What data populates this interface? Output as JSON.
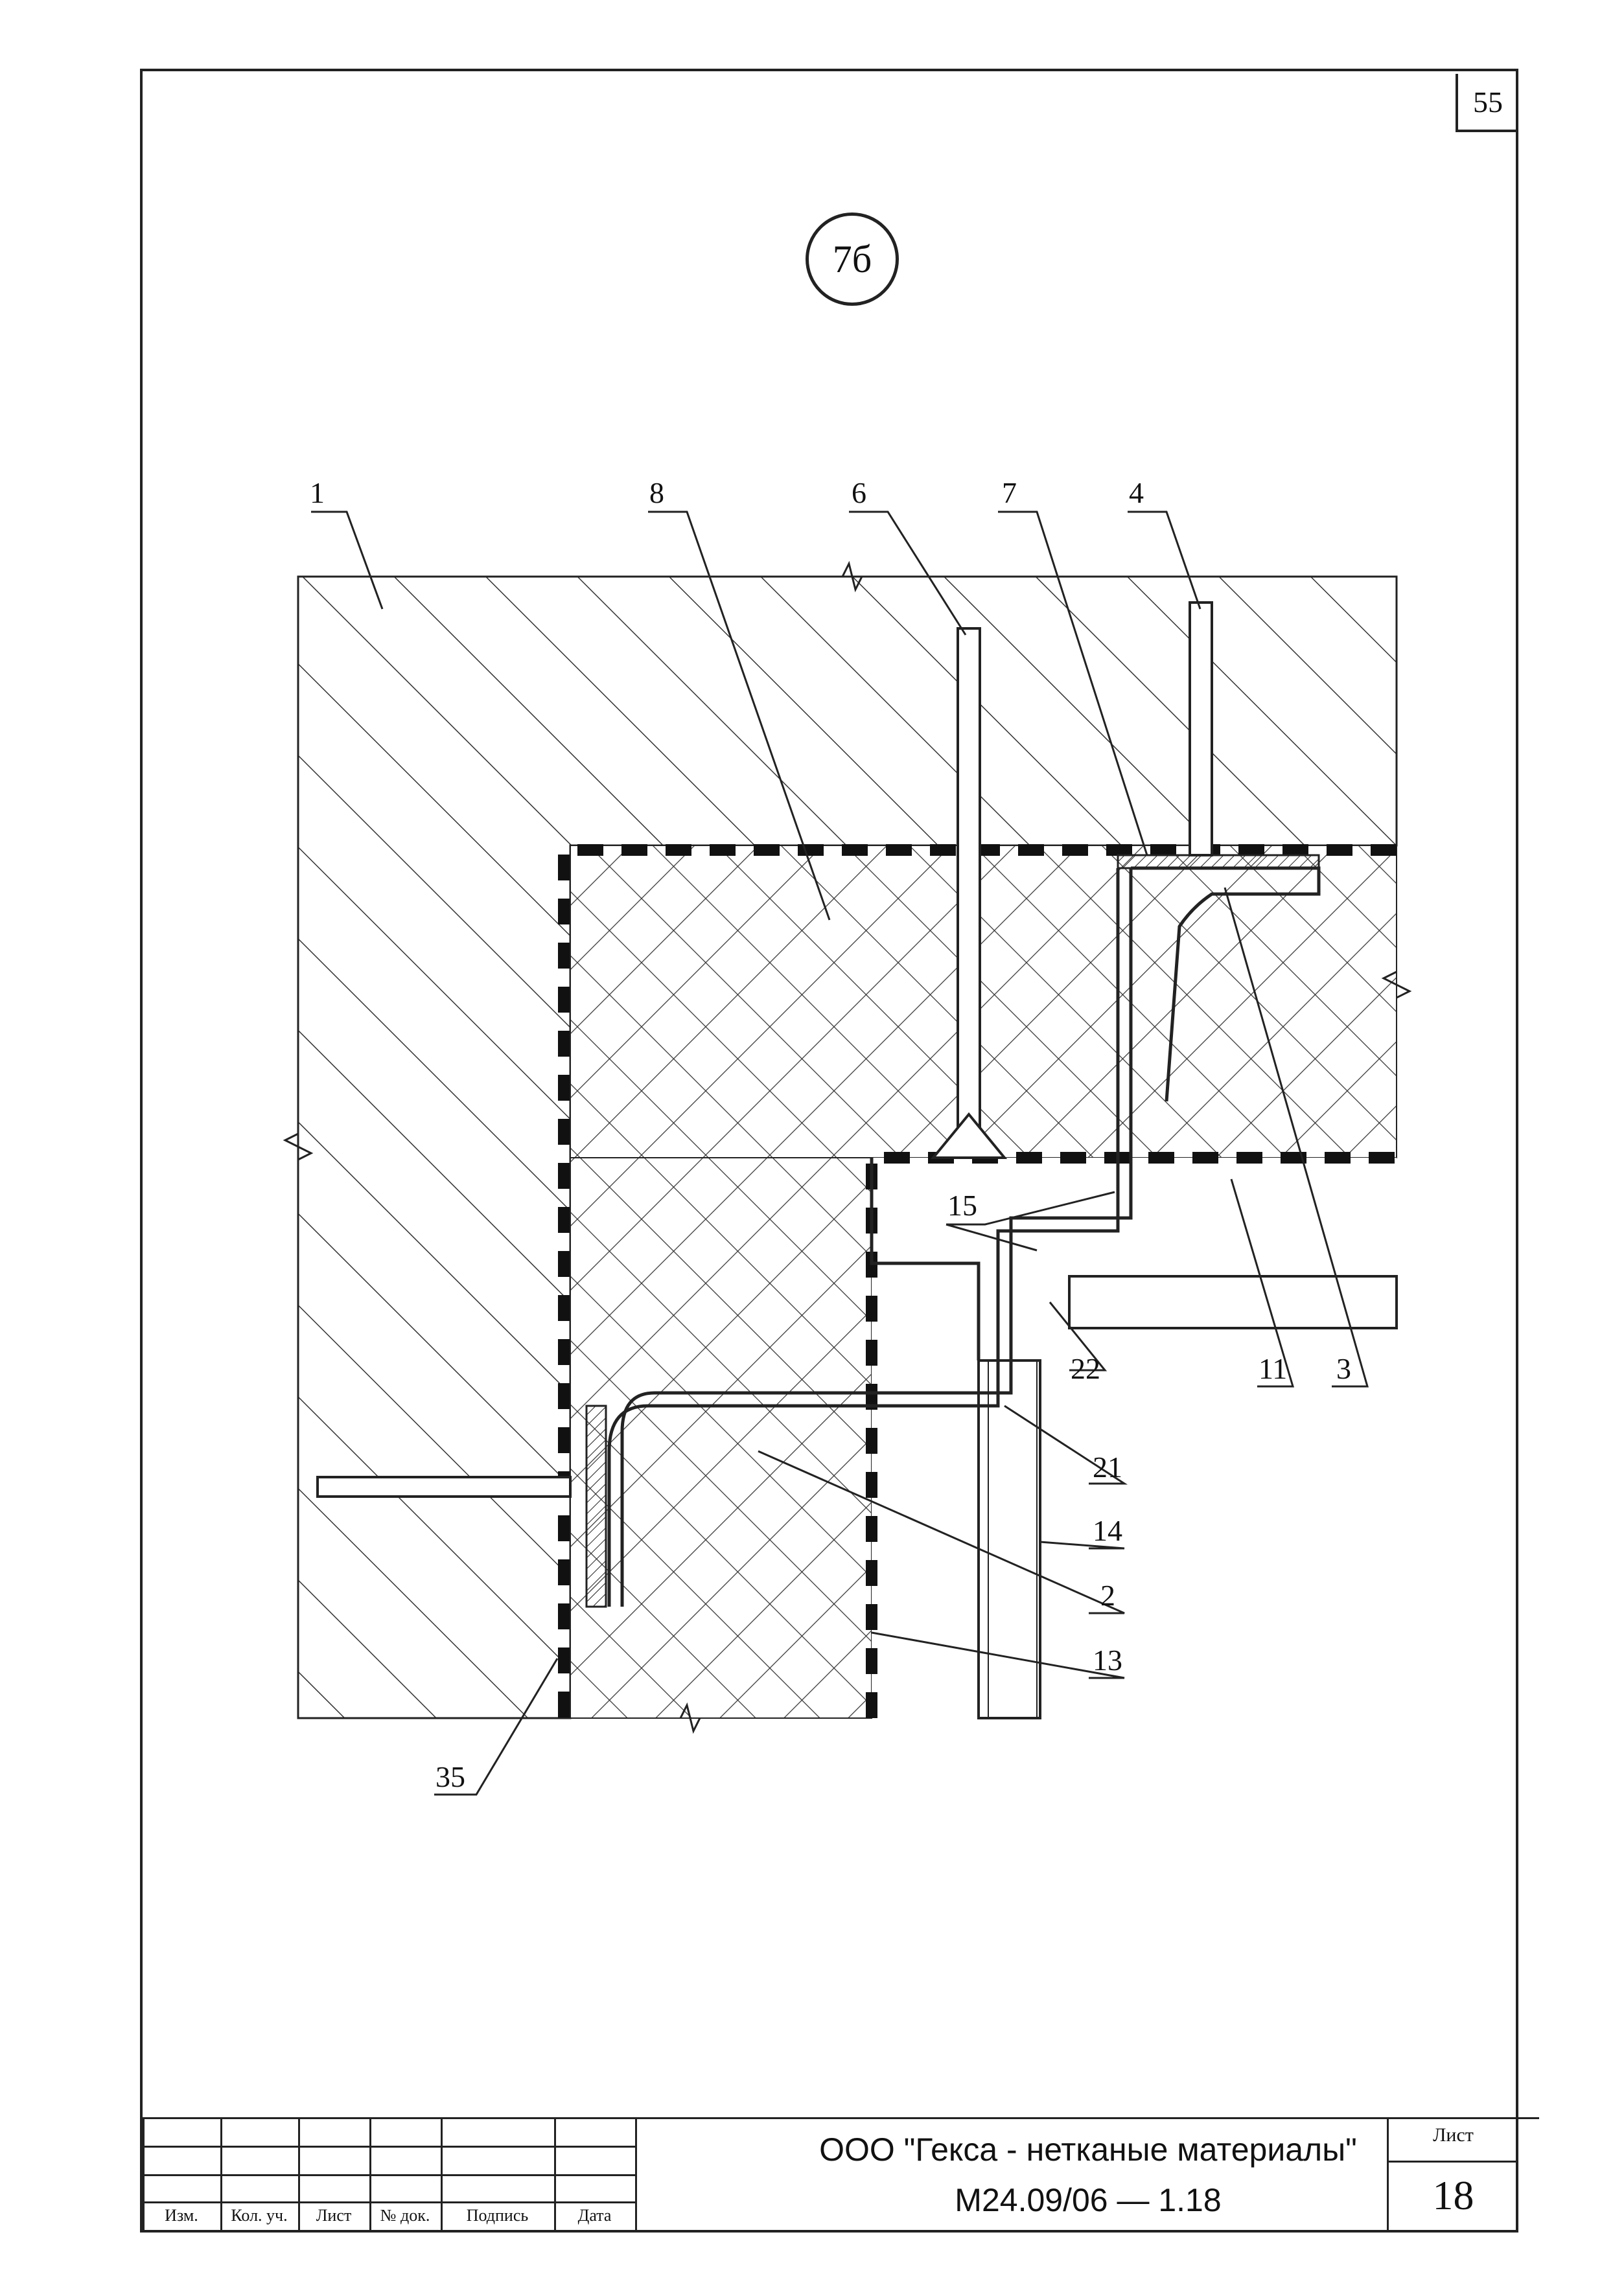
{
  "page_number": "55",
  "detail_mark": "7б",
  "callouts": {
    "c1": "1",
    "c8": "8",
    "c6": "6",
    "c7": "7",
    "c4": "4",
    "c15": "15",
    "c22": "22",
    "c11": "11",
    "c3": "3",
    "c21": "21",
    "c14": "14",
    "c2": "2",
    "c13": "13",
    "c35": "35"
  },
  "title_block": {
    "col_izm": "Изм.",
    "col_kol": "Кол. уч.",
    "col_list": "Лист",
    "col_doc": "№ док.",
    "col_sign": "Подпись",
    "col_date": "Дата",
    "organization": "ООО \"Гекса - нетканые материалы\"",
    "doc_code": "М24.09/06  —  1.18",
    "sheet_label": "Лист",
    "sheet_number": "18"
  }
}
